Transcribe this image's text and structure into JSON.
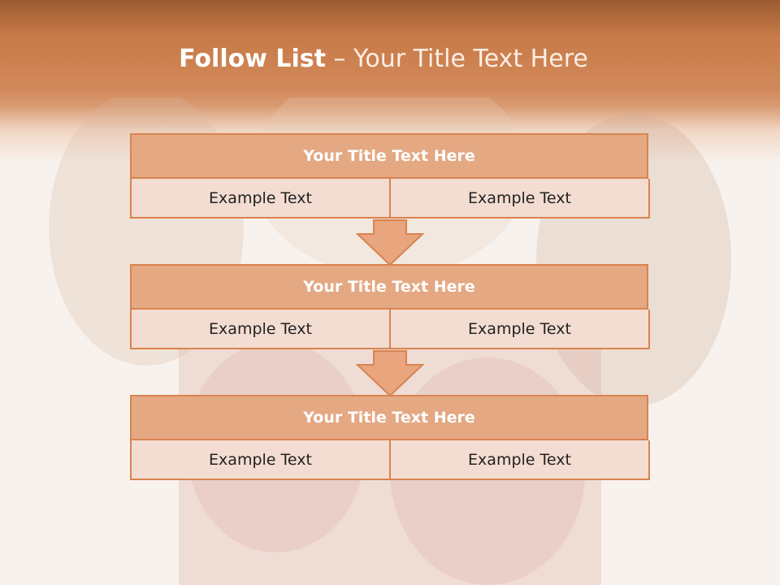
{
  "slide": {
    "title_bold": "Follow List",
    "title_rest": " – Your Title Text Here"
  },
  "blocks": [
    {
      "title": "Your Title Text Here",
      "cells": [
        "Example Text",
        "Example Text"
      ]
    },
    {
      "title": "Your Title Text Here",
      "cells": [
        "Example Text",
        "Example Text"
      ]
    },
    {
      "title": "Your Title Text Here",
      "cells": [
        "Example Text",
        "Example Text"
      ]
    }
  ],
  "colors": {
    "accent": "#d9834f",
    "header_fill": "#e4a883",
    "cell_fill": "#f3dcd1",
    "band_top": "#9a5a30"
  },
  "icons": [
    "down-arrow-icon"
  ]
}
